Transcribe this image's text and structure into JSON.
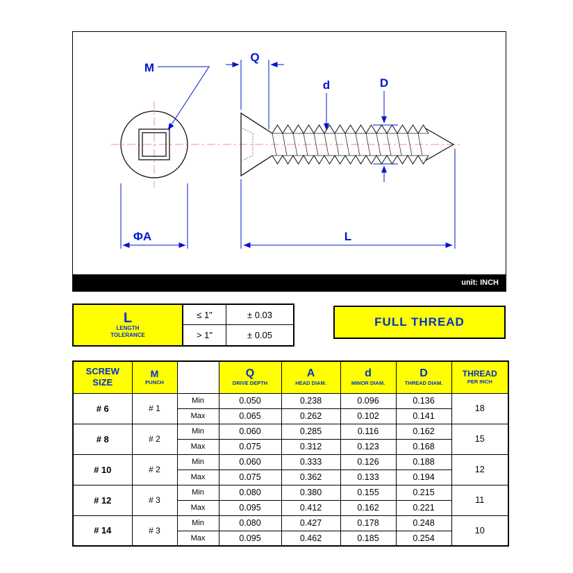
{
  "drawing": {
    "label_m": "M",
    "label_q": "Q",
    "label_d": "d",
    "label_big_d": "D",
    "label_phi_a": "ΦA",
    "label_l": "L",
    "unit_note": "unit: INCH"
  },
  "tolerance": {
    "title": "L",
    "sub1": "LENGTH",
    "sub2": "TOLERANCE",
    "rows": [
      {
        "cond": "≤ 1\"",
        "val": "± 0.03"
      },
      {
        "cond": "> 1\"",
        "val": "± 0.05"
      }
    ]
  },
  "banner": {
    "full_thread": "FULL THREAD"
  },
  "table": {
    "h_size1": "SCREW",
    "h_size2": "SIZE",
    "h_punch1": "M",
    "h_punch2": "PUNCH",
    "h_q1": "Q",
    "h_q2": "DRIVE DEPTH",
    "h_a1": "A",
    "h_a2": "HEAD DIAM.",
    "h_d1": "d",
    "h_d2": "MINOR DIAM.",
    "h_dd1": "D",
    "h_dd2": "THREAD DIAM.",
    "h_t1": "THREAD",
    "h_t2": "PER INCH",
    "min": "Min",
    "max": "Max",
    "rows": [
      {
        "size": "# 6",
        "punch": "# 1",
        "min": [
          "0.050",
          "0.238",
          "0.096",
          "0.136"
        ],
        "max": [
          "0.065",
          "0.262",
          "0.102",
          "0.141"
        ],
        "tpi": "18"
      },
      {
        "size": "# 8",
        "punch": "# 2",
        "min": [
          "0.060",
          "0.285",
          "0.116",
          "0.162"
        ],
        "max": [
          "0.075",
          "0.312",
          "0.123",
          "0.168"
        ],
        "tpi": "15"
      },
      {
        "size": "# 10",
        "punch": "# 2",
        "min": [
          "0.060",
          "0.333",
          "0.126",
          "0.188"
        ],
        "max": [
          "0.075",
          "0.362",
          "0.133",
          "0.194"
        ],
        "tpi": "12"
      },
      {
        "size": "# 12",
        "punch": "# 3",
        "min": [
          "0.080",
          "0.380",
          "0.155",
          "0.215"
        ],
        "max": [
          "0.095",
          "0.412",
          "0.162",
          "0.221"
        ],
        "tpi": "11"
      },
      {
        "size": "# 14",
        "punch": "# 3",
        "min": [
          "0.080",
          "0.427",
          "0.178",
          "0.248"
        ],
        "max": [
          "0.095",
          "0.462",
          "0.185",
          "0.254"
        ],
        "tpi": "10"
      }
    ]
  }
}
